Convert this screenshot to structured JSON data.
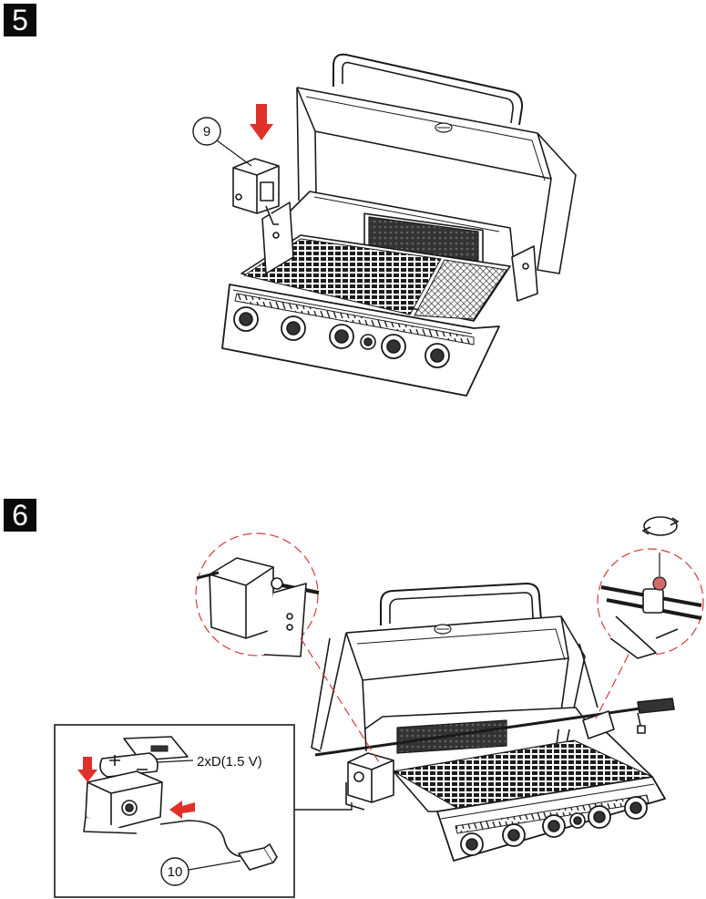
{
  "steps": [
    {
      "number": "5",
      "callouts": [
        "9"
      ]
    },
    {
      "number": "6",
      "callouts": [
        "10"
      ],
      "battery_spec": "2xD(1.5 V)"
    }
  ],
  "colors": {
    "arrow": "#e0302a",
    "detail_circle": "#d63a3a",
    "line": "#1a1a1a",
    "knob_mark": "#d46a6a"
  },
  "icons": [
    "down-arrow-icon",
    "left-arrow-icon",
    "rotate-icon",
    "plus-sign-icon",
    "minus-sign-icon"
  ]
}
